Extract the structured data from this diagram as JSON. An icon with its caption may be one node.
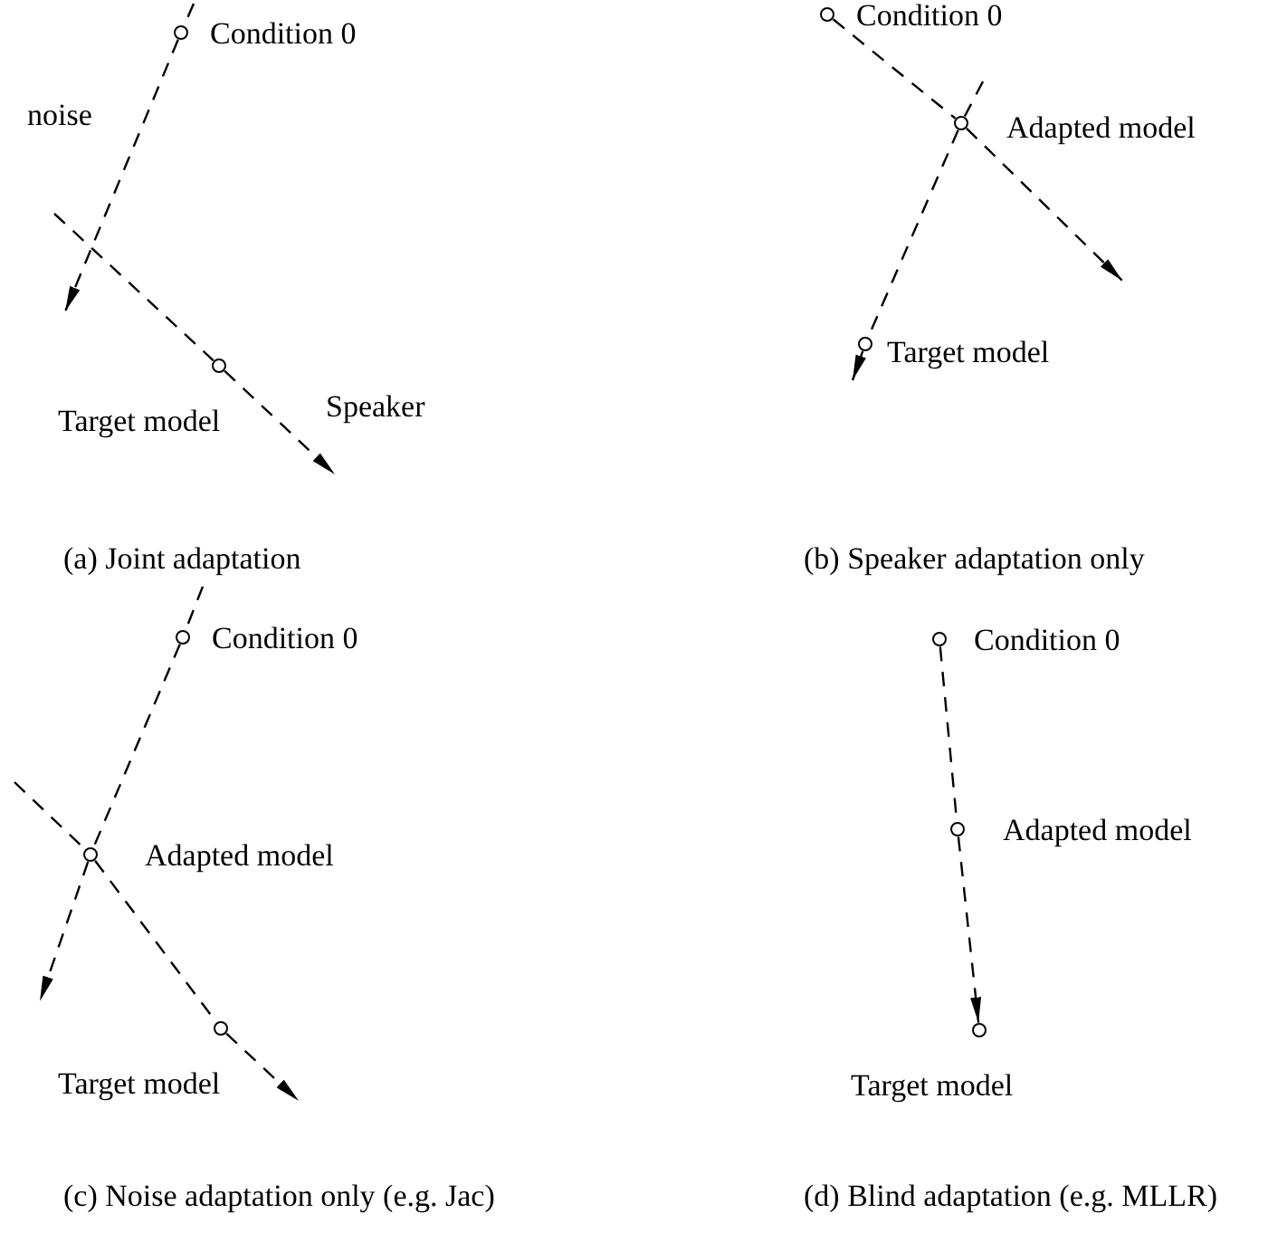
{
  "diagram": {
    "nodes": [
      {
        "text": [],
        "shape": "circle",
        "beside": [
          "Condition 0"
        ]
      },
      {
        "text": [],
        "shape": "circle",
        "beside": [
          "Target model"
        ]
      },
      {
        "text": [],
        "shape": "circle",
        "beside": [
          "Condition 0"
        ]
      },
      {
        "text": [],
        "shape": "circle",
        "beside": [
          "Adapted model"
        ]
      },
      {
        "text": [],
        "shape": "circle",
        "beside": [
          "Target model"
        ]
      },
      {
        "text": [],
        "shape": "circle",
        "beside": [
          "Condition 0"
        ]
      },
      {
        "text": [],
        "shape": "circle",
        "beside": [
          "Adapted model"
        ]
      },
      {
        "text": [],
        "shape": "circle",
        "beside": [
          "Target model"
        ]
      },
      {
        "text": [],
        "shape": "circle",
        "beside": [
          "Condition 0"
        ]
      },
      {
        "text": [],
        "shape": "circle",
        "beside": [
          "Adapted model"
        ]
      },
      {
        "text": [],
        "shape": "circle",
        "beside": [
          "Target model"
        ]
      }
    ],
    "edges": [
      {
        "from": 0,
        "to": null,
        "arrow": "to",
        "style": "dashed",
        "label": "noise"
      },
      {
        "from": 1,
        "to": null,
        "arrow": "to",
        "style": "dashed",
        "label": "Speaker"
      },
      {
        "from": 2,
        "to": 3,
        "arrow": "none",
        "style": "dashed"
      },
      {
        "from": 3,
        "to": null,
        "arrow": "to",
        "style": "dashed"
      },
      {
        "from": 3,
        "to": 4,
        "arrow": "none",
        "style": "dashed"
      },
      {
        "from": 4,
        "to": null,
        "arrow": "to",
        "style": "dashed"
      },
      {
        "from": 5,
        "to": 6,
        "arrow": "none",
        "style": "dashed"
      },
      {
        "from": 6,
        "to": null,
        "arrow": "to",
        "style": "dashed"
      },
      {
        "from": 6,
        "to": 7,
        "arrow": "none",
        "style": "dashed"
      },
      {
        "from": 7,
        "to": null,
        "arrow": "to",
        "style": "dashed"
      },
      {
        "from": 8,
        "to": 9,
        "arrow": "none",
        "style": "dashed"
      },
      {
        "from": 9,
        "to": 10,
        "arrow": "to",
        "style": "dashed"
      }
    ],
    "labels": [
      "(a) Joint adaptation",
      "(b) Speaker adaptation only",
      "(c) Noise adaptation only (e.g. Jac)",
      "(d) Blind adaptation (e.g. MLLR)"
    ]
  }
}
